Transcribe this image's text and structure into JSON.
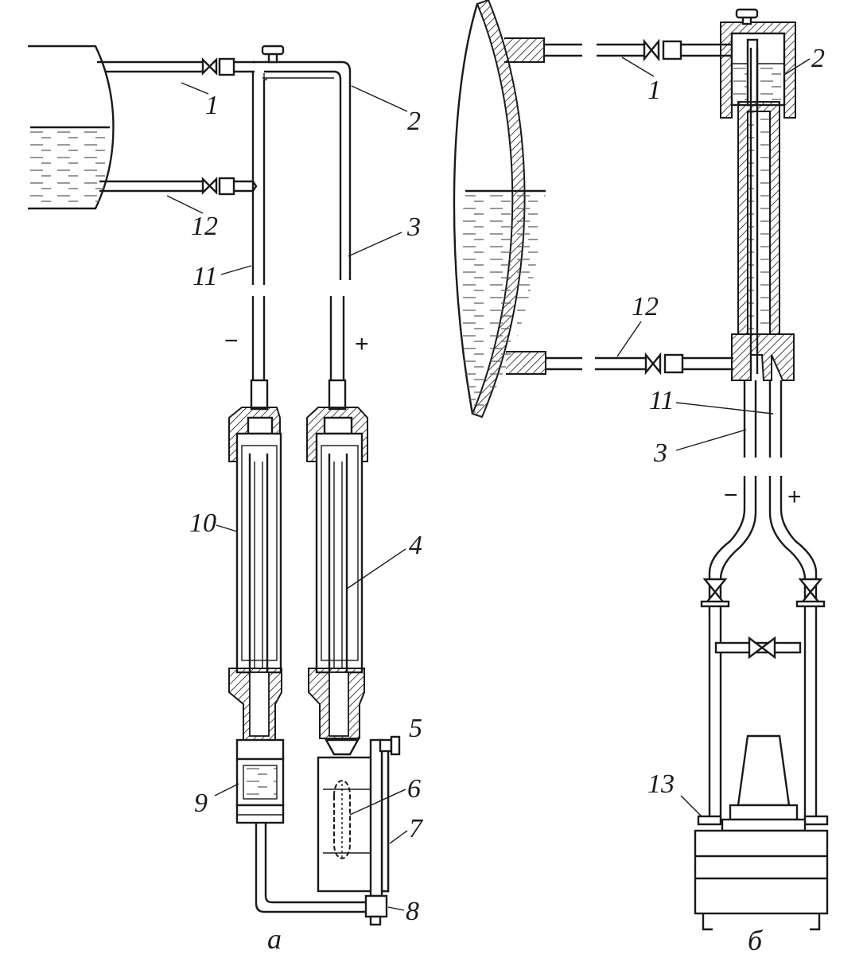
{
  "labels": {
    "a": {
      "l1": "1",
      "l2": "2",
      "l3": "3",
      "l4": "4",
      "l5": "5",
      "l6": "6",
      "l7": "7",
      "l8": "8",
      "l9": "9",
      "l10": "10",
      "l11": "11",
      "l12": "12",
      "minus": "−",
      "plus": "+",
      "caption": "а"
    },
    "b": {
      "l1": "1",
      "l2": "2",
      "l12": "12",
      "l11": "11",
      "l3": "3",
      "l13": "13",
      "minus": "−",
      "plus": "+",
      "caption": "б"
    }
  },
  "colors": {
    "ink": "#1a1a1a",
    "paper": "#ffffff"
  }
}
